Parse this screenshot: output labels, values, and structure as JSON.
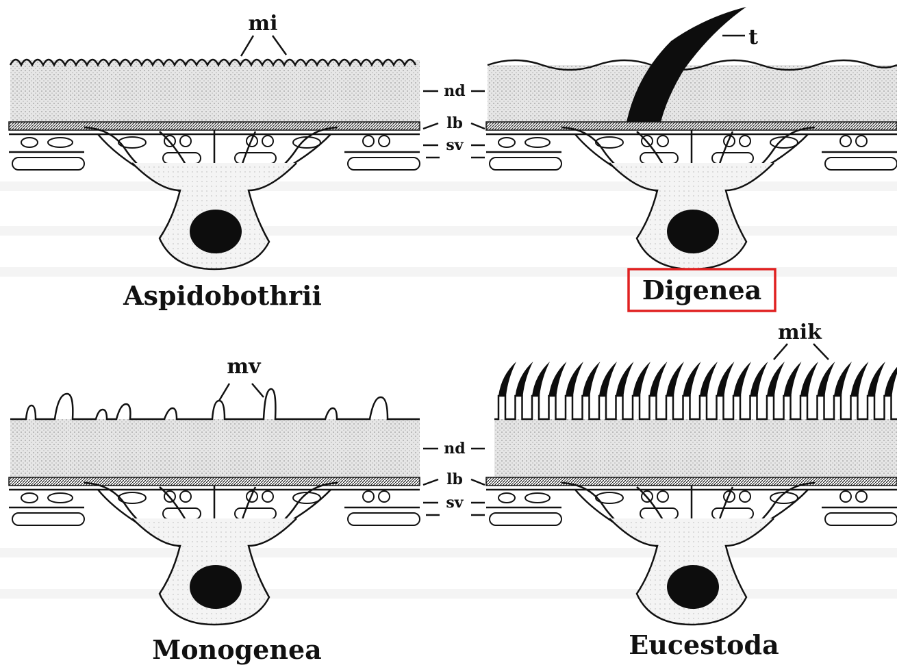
{
  "panels": {
    "top_left": {
      "title": "Aspidobothrii",
      "surface_label": "mi"
    },
    "top_right": {
      "title": "Digenea",
      "surface_label": "t"
    },
    "bottom_left": {
      "title": "Monogenea",
      "surface_label": "mv"
    },
    "bottom_right": {
      "title": "Eucestoda",
      "surface_label": "mik"
    }
  },
  "center_labels": {
    "top": [
      "nd",
      "lb",
      "sv"
    ],
    "bottom": [
      "nd",
      "lb",
      "sv"
    ]
  },
  "colors": {
    "ink": "#111111",
    "stipple": "#d9d9d9",
    "cell_fill": "#f2f2f2",
    "highlight_box": "#e02020"
  }
}
